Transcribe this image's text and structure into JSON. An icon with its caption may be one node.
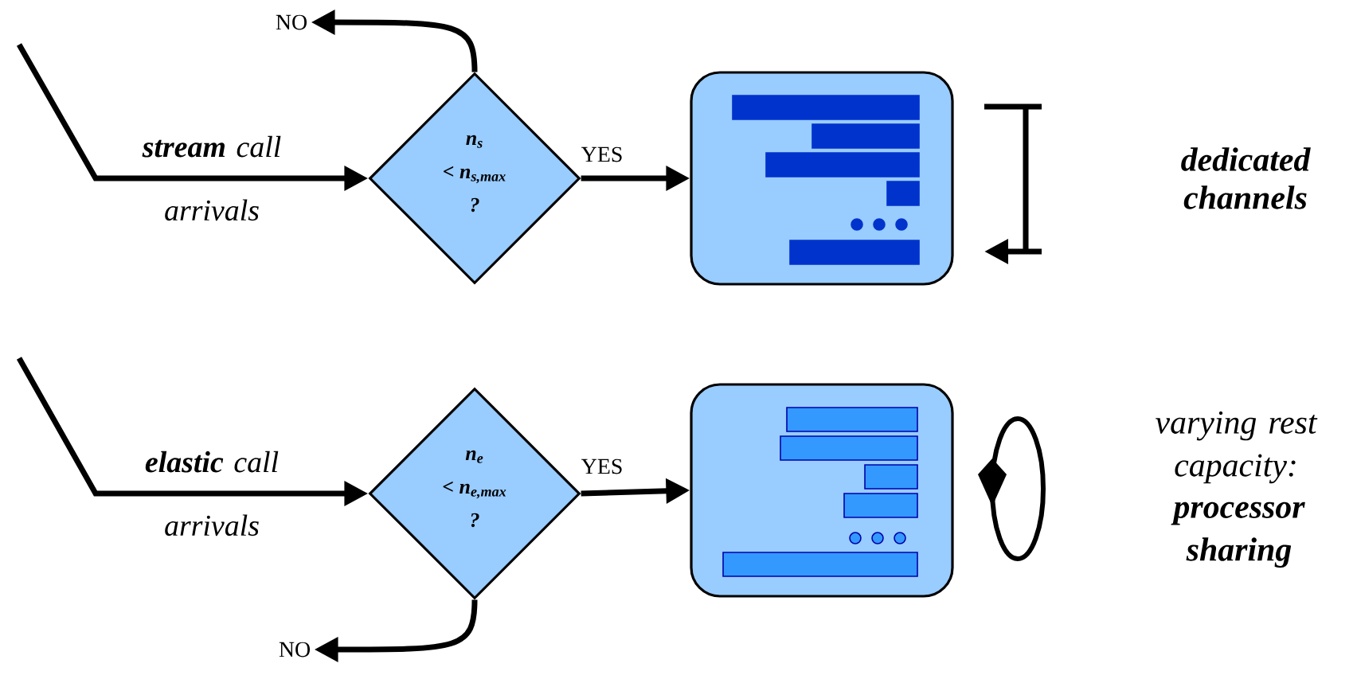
{
  "diagram": {
    "nodes": [
      {
        "text": [
          "n$_{s}$",
          "< n$_{s,max}$",
          "?"
        ]
      },
      {
        "text": [],
        "shape": "box"
      },
      {
        "text": [
          "NO"
        ]
      },
      {
        "text": [
          "n$_{e}$",
          "< n$_{e,max}$",
          "?"
        ]
      },
      {
        "text": [],
        "shape": "box"
      },
      {
        "text": [
          "NO"
        ]
      }
    ],
    "edges": [
      {
        "from": null,
        "to": 0,
        "arrow": "to",
        "label": "**stream** call arrivals"
      },
      {
        "from": 0,
        "to": 1,
        "arrow": "to",
        "label": "YES"
      },
      {
        "from": 0,
        "to": 2,
        "arrow": "to"
      },
      {
        "from": null,
        "to": 3,
        "arrow": "to",
        "label": "**elastic** call arrivals"
      },
      {
        "from": 3,
        "to": 4,
        "arrow": "to",
        "label": "YES"
      },
      {
        "from": 3,
        "to": 5,
        "arrow": "to"
      }
    ],
    "labels": [
      "dedicated channels",
      "varying rest capacity:",
      "processor sharing"
    ]
  }
}
